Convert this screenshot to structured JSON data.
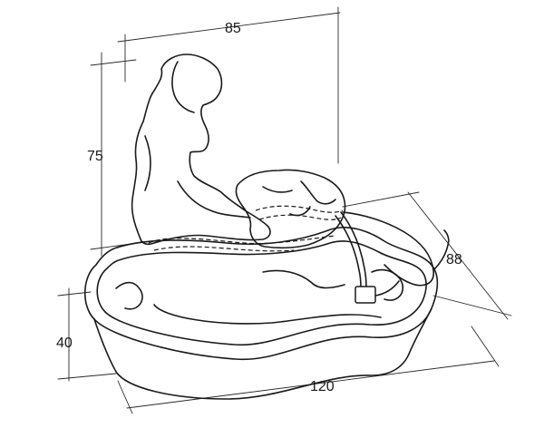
{
  "dimensions": {
    "width": "85",
    "height_total": "75",
    "height_basin": "40",
    "length": "120",
    "depth": "88"
  },
  "colors": {
    "line": "#1a1a1a",
    "background": "#ffffff"
  }
}
